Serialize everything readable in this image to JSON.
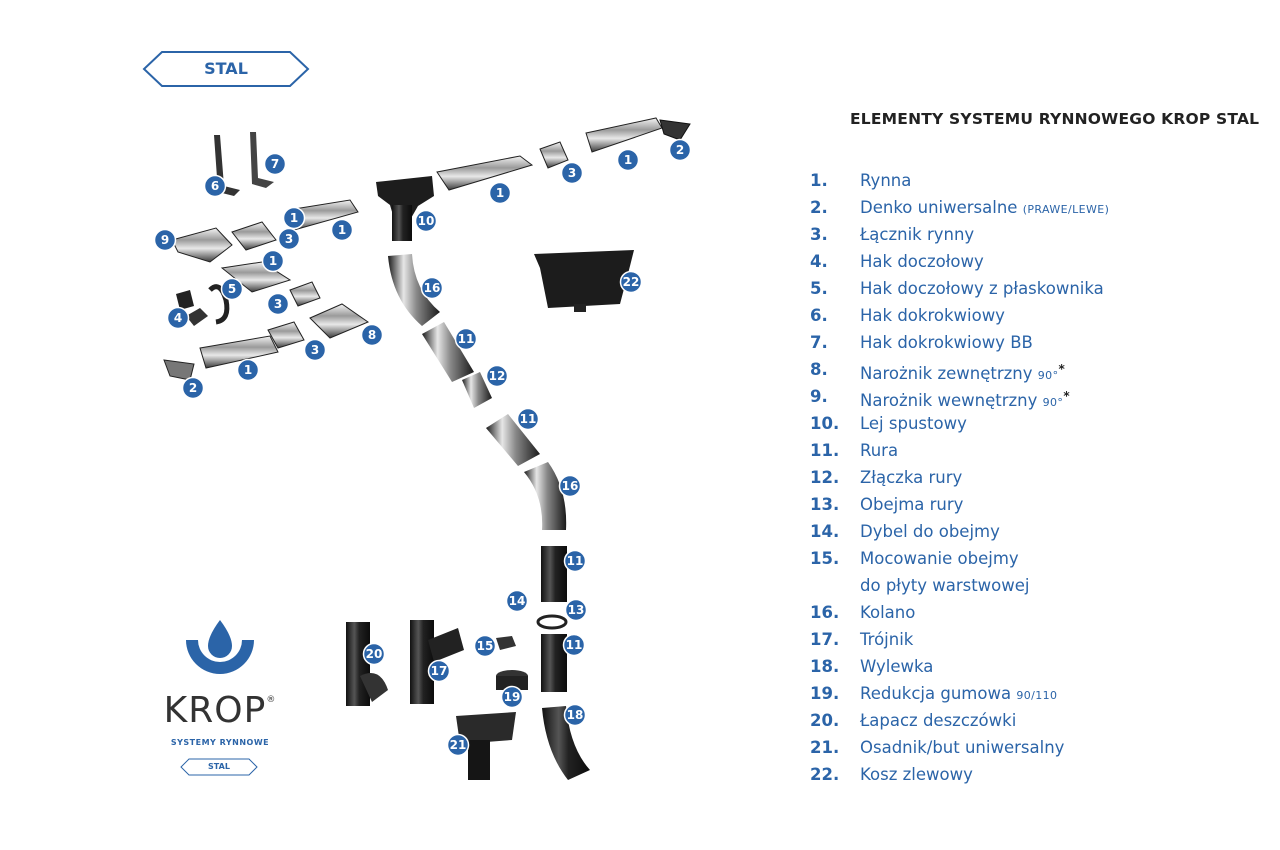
{
  "badge": "STAL",
  "heading": "ELEMENTY SYSTEMU RYNNOWEGO KROP STAL",
  "legend": [
    {
      "num": "1.",
      "text": "Rynna"
    },
    {
      "num": "2.",
      "text": "Denko uniwersalne",
      "small": "(PRAWE/LEWE)"
    },
    {
      "num": "3.",
      "text": "Łącznik rynny"
    },
    {
      "num": "4.",
      "text": "Hak doczołowy"
    },
    {
      "num": "5.",
      "text": "Hak doczołowy z płaskownika"
    },
    {
      "num": "6.",
      "text": "Hak dokrokwiowy"
    },
    {
      "num": "7.",
      "text": "Hak dokrokwiowy BB"
    },
    {
      "num": "8.",
      "text": "Narożnik zewnętrzny",
      "small": "90°",
      "star": "*"
    },
    {
      "num": "9.",
      "text": "Narożnik wewnętrzny",
      "small": "90°",
      "star": "*"
    },
    {
      "num": "10.",
      "text": "Lej spustowy"
    },
    {
      "num": "11.",
      "text": "Rura"
    },
    {
      "num": "12.",
      "text": "Złączka rury"
    },
    {
      "num": "13.",
      "text": "Obejma rury"
    },
    {
      "num": "14.",
      "text": "Dybel do obejmy"
    },
    {
      "num": "15.",
      "text": "Mocowanie obejmy",
      "cont": "do płyty warstwowej"
    },
    {
      "num": "16.",
      "text": "Kolano"
    },
    {
      "num": "17.",
      "text": "Trójnik"
    },
    {
      "num": "18.",
      "text": "Wylewka"
    },
    {
      "num": "19.",
      "text": "Redukcja gumowa",
      "small": "90/110"
    },
    {
      "num": "20.",
      "text": "Łapacz deszczówki"
    },
    {
      "num": "21.",
      "text": "Osadnik/but uniwersalny"
    },
    {
      "num": "22.",
      "text": "Kosz zlewowy"
    }
  ],
  "callouts": [
    "1",
    "2",
    "3",
    "1",
    "1",
    "3",
    "6",
    "7",
    "9",
    "3",
    "1",
    "10",
    "1",
    "4",
    "5",
    "3",
    "8",
    "3",
    "1",
    "2",
    "16",
    "22",
    "11",
    "12",
    "11",
    "16",
    "11",
    "14",
    "13",
    "11",
    "20",
    "17",
    "15",
    "19",
    "18",
    "21"
  ],
  "logo": {
    "word": "KROP",
    "reg": "®",
    "sub": "SYSTEMY RYNNOWE",
    "mini": "STAL"
  },
  "colors": {
    "accent": "#2b64a8",
    "text": "#222222",
    "part": "#1f1f1f"
  }
}
